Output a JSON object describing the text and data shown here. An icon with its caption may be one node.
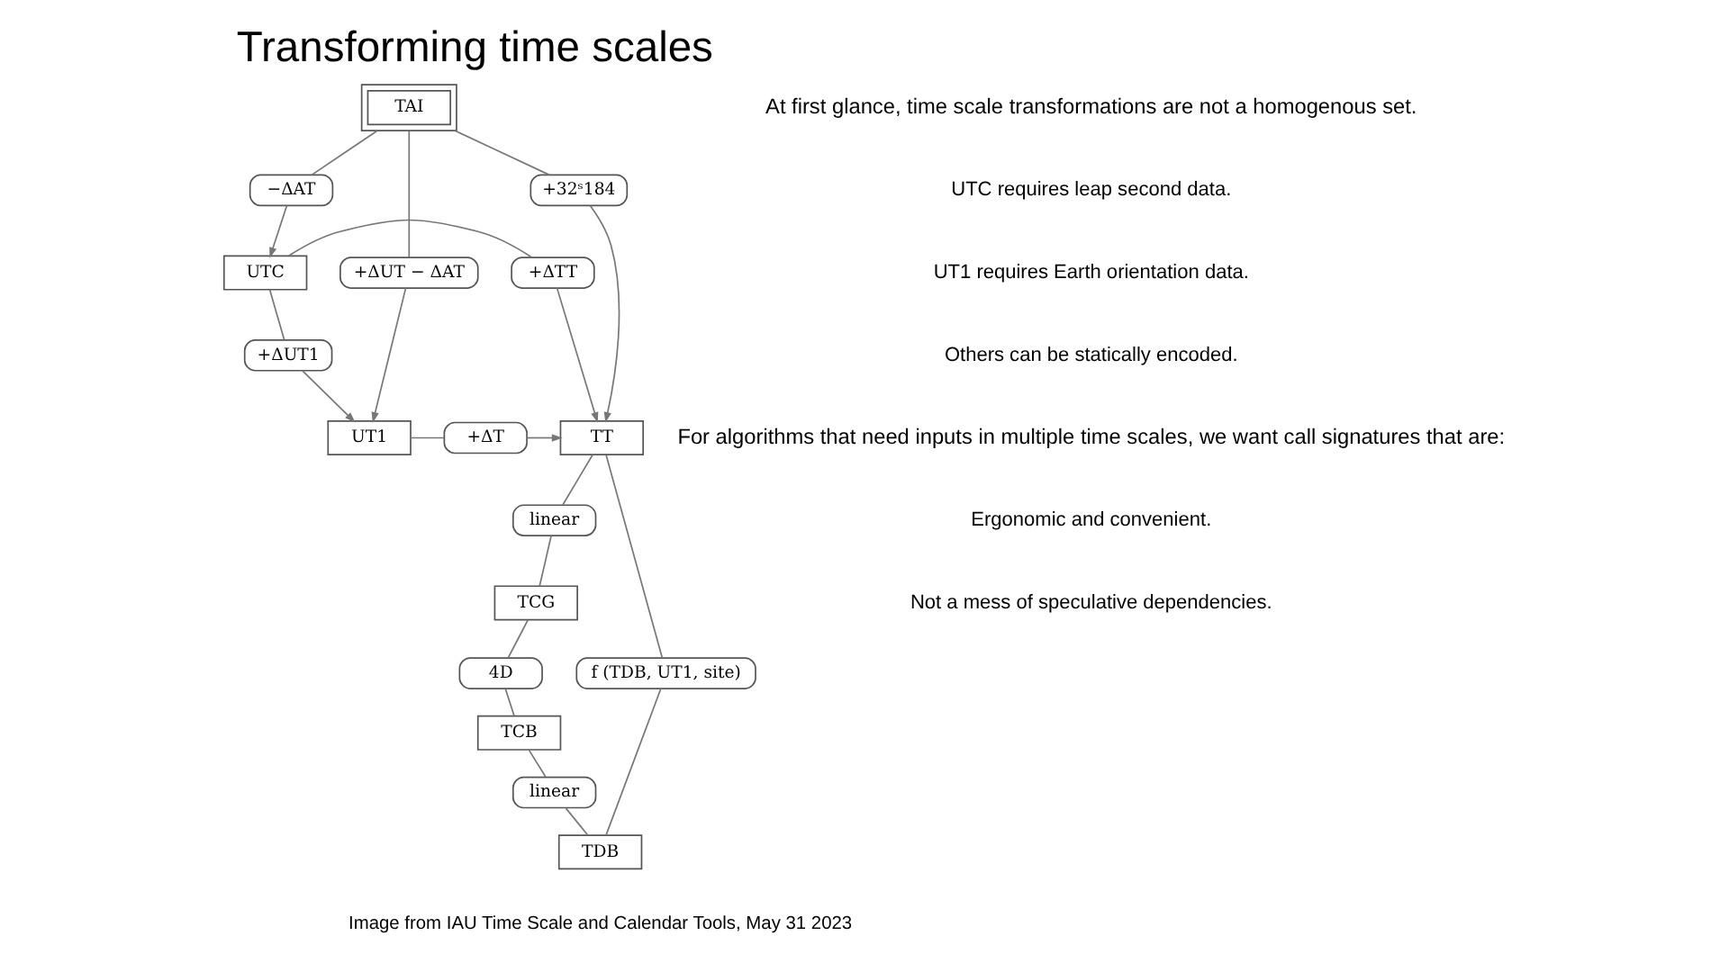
{
  "diagram": {
    "title": "Transforming time scales",
    "caption": "Image from IAU Time Scale and Calendar Tools, May 31 2023",
    "nodes": [
      {
        "text": [
          "TAI"
        ]
      },
      {
        "text": [
          "−ΔAT"
        ]
      },
      {
        "text": [
          "+32ˢ184"
        ]
      },
      {
        "text": [
          "+ΔUT − ΔAT"
        ]
      },
      {
        "text": [
          "UTC"
        ]
      },
      {
        "text": [
          "+ΔTT"
        ]
      },
      {
        "text": [
          "+ΔUT1"
        ]
      },
      {
        "text": [
          "UT1"
        ]
      },
      {
        "text": [
          "+ΔT"
        ]
      },
      {
        "text": [
          "TT"
        ]
      },
      {
        "text": [
          "linear"
        ]
      },
      {
        "text": [
          "TCG"
        ]
      },
      {
        "text": [
          "4D"
        ]
      },
      {
        "text": [
          "f (TDB, UT1, site)"
        ]
      },
      {
        "text": [
          "TCB"
        ]
      },
      {
        "text": [
          "linear"
        ]
      },
      {
        "text": [
          "TDB"
        ]
      }
    ],
    "edges": [
      {
        "from": 0,
        "to": 1,
        "arrow": "none"
      },
      {
        "from": 1,
        "to": 4,
        "arrow": "to"
      },
      {
        "from": 0,
        "to": 2,
        "arrow": "none"
      },
      {
        "from": 2,
        "to": 9,
        "arrow": "to"
      },
      {
        "from": 0,
        "to": 3,
        "arrow": "none"
      },
      {
        "from": 3,
        "to": 7,
        "arrow": "to"
      },
      {
        "from": 4,
        "to": 5,
        "arrow": "none"
      },
      {
        "from": 5,
        "to": 9,
        "arrow": "to"
      },
      {
        "from": 4,
        "to": 6,
        "arrow": "none"
      },
      {
        "from": 6,
        "to": 7,
        "arrow": "to"
      },
      {
        "from": 7,
        "to": 8,
        "arrow": "none"
      },
      {
        "from": 8,
        "to": 9,
        "arrow": "to"
      },
      {
        "from": 9,
        "to": 10,
        "arrow": "none"
      },
      {
        "from": 10,
        "to": 11,
        "arrow": "none"
      },
      {
        "from": 11,
        "to": 12,
        "arrow": "none"
      },
      {
        "from": 12,
        "to": 14,
        "arrow": "none"
      },
      {
        "from": 14,
        "to": 15,
        "arrow": "none"
      },
      {
        "from": 15,
        "to": 16,
        "arrow": "none"
      },
      {
        "from": 9,
        "to": 13,
        "arrow": "none"
      },
      {
        "from": 13,
        "to": 16,
        "arrow": "none"
      }
    ],
    "labels": [
      "At first glance, time scale transformations are not a homogenous set.",
      "UTC requires leap second data.",
      "UT1 requires Earth orientation data.",
      "Others can be statically encoded.",
      "For algorithms that need inputs in multiple time scales, we want call signatures that are:",
      "Ergonomic and convenient.",
      "Not a mess of speculative dependencies."
    ]
  }
}
